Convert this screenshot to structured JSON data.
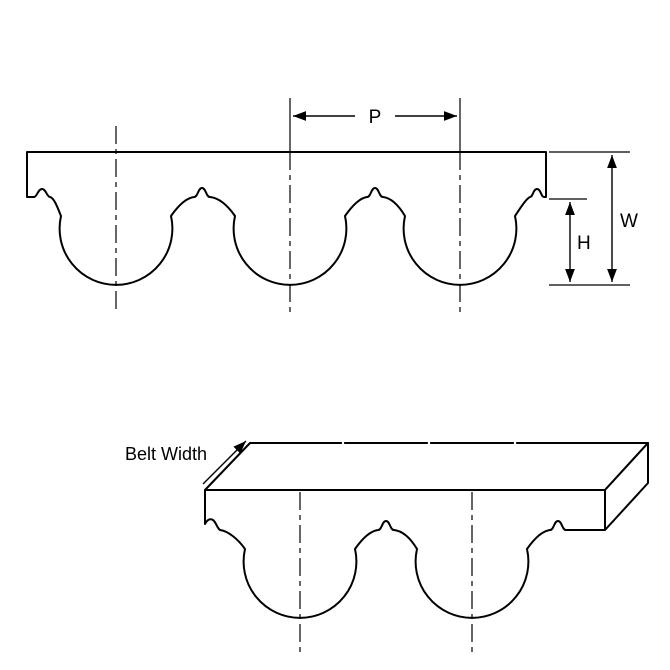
{
  "canvas": {
    "background": "#ffffff",
    "line_color": "#000000",
    "belt_fill": "#ffffff",
    "top_face_fill": "#000000"
  },
  "profile_view": {
    "pitch_label": "P",
    "width_label": "W",
    "height_label": "H"
  },
  "isometric_view": {
    "belt_width_label": "Belt Width"
  }
}
